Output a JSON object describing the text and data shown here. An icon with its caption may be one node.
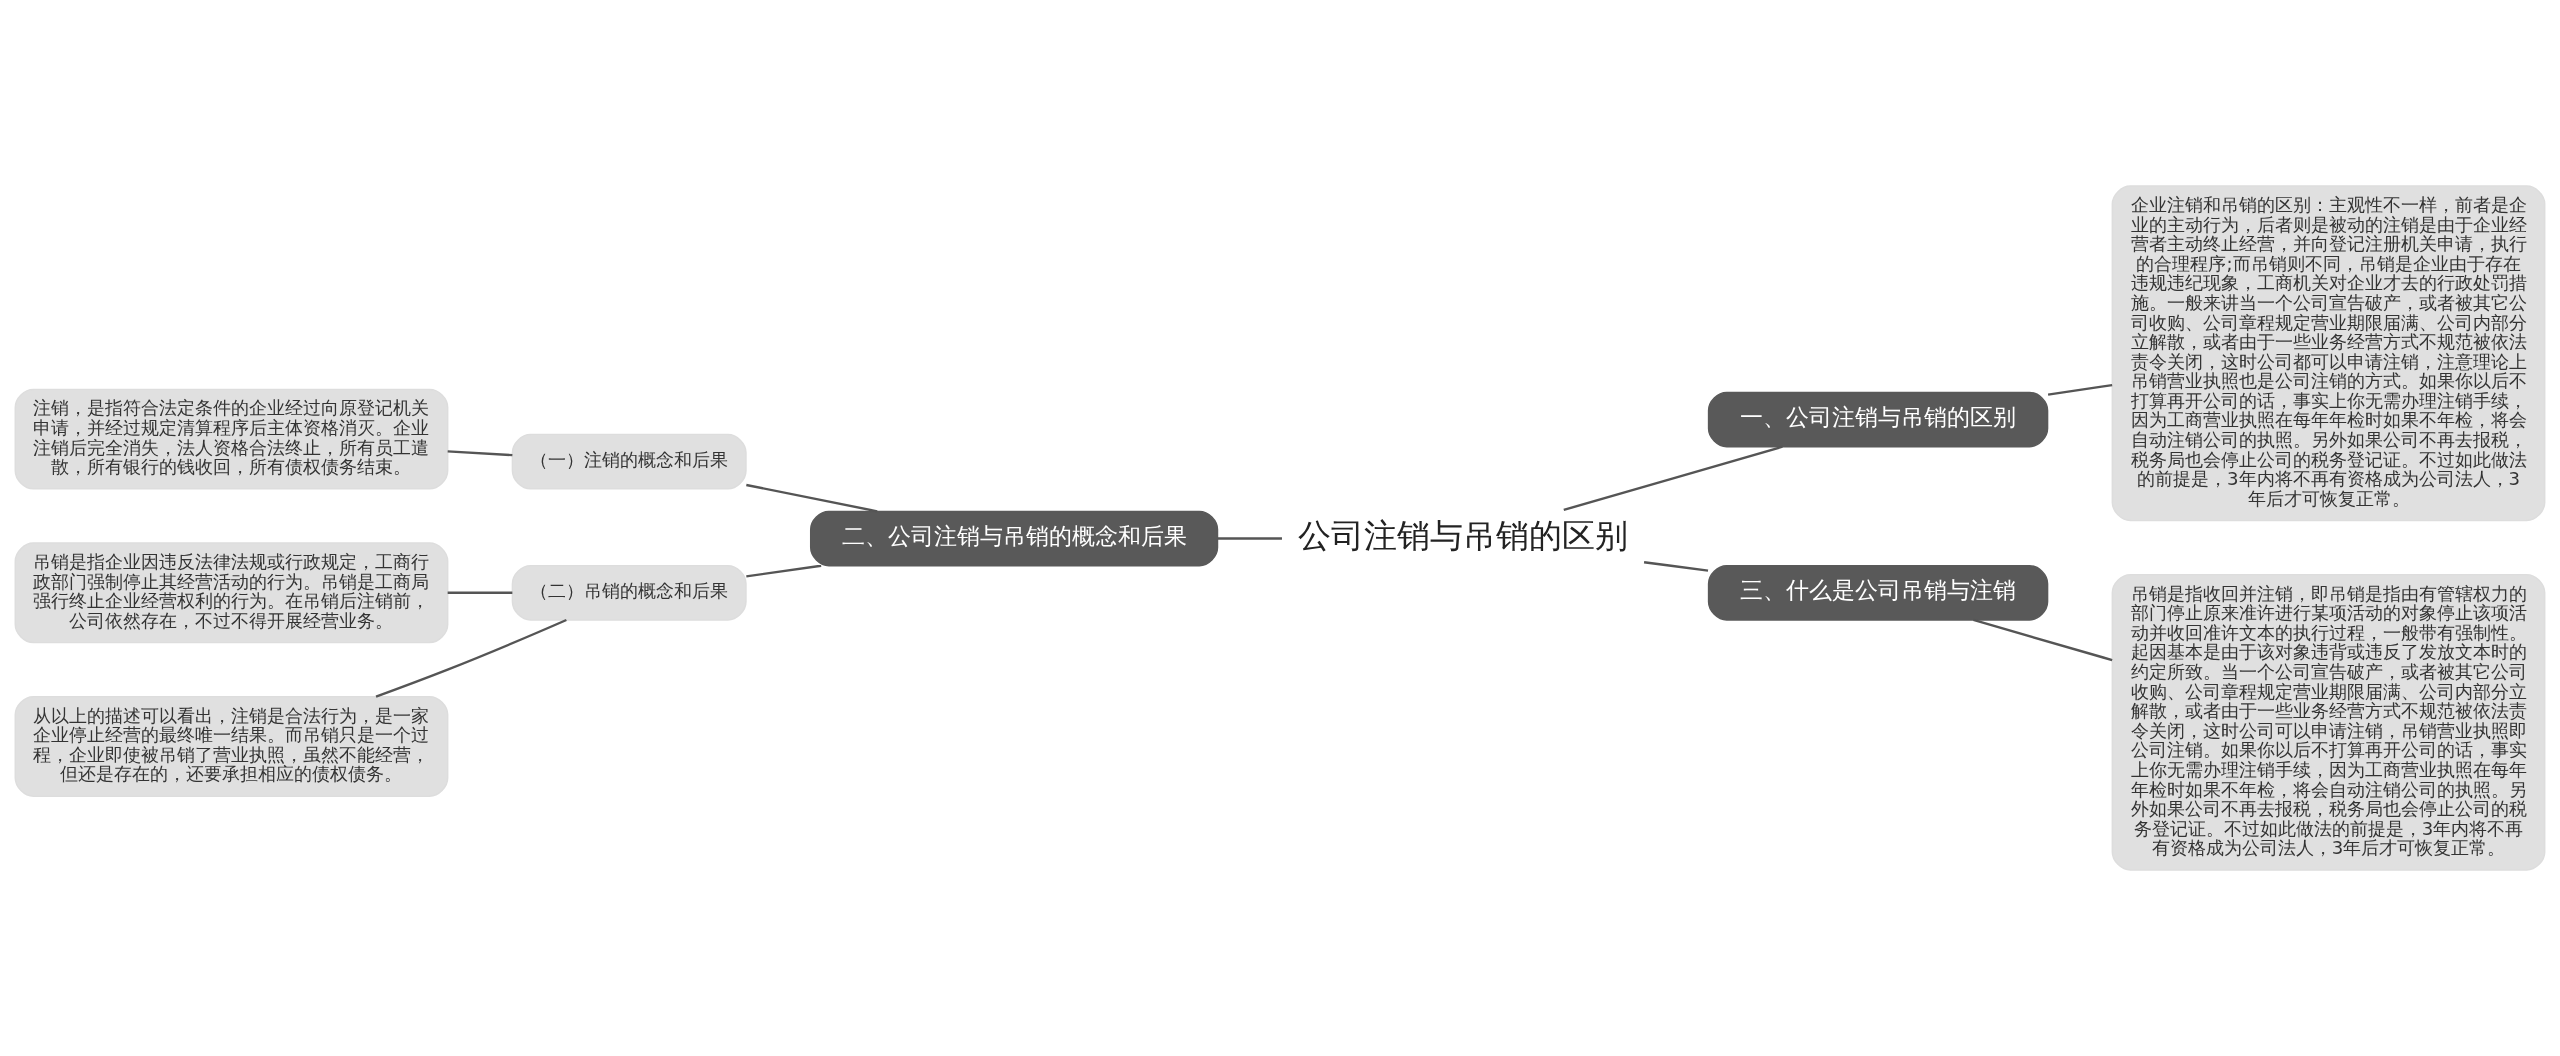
{
  "diagram": {
    "nodes": [
      {
        "text": [
          "公司注销与吊销的区别"
        ]
      },
      {
        "text": [
          "一、公司注销与吊销的区别"
        ]
      },
      {
        "text": [
          "企业注销和吊销的区别：主观性不一样，前者是企业的主动行为，后者则是被动的注销是由于企业经营者主动终止经营，并向登记注册机关申请，执行的合理程序;而吊销则不同，吊销是企业由于存在违规违纪现象，工商机关对企业才去的行政处罚措施。一般来讲当一个公司宣告破产，或者被其它公司收购、公司章程规定营业期限届满、公司内部分立解散，或者由于一些业务经营方式不规范被依法责令关闭，这时公司都可以申请注销，注意理论上吊销营业执照也是公司注销的方式。如果你以后不打算再开公司的话，事实上你无需办理注销手续，因为工商营业执照在每年年检时如果不年检，将会自动注销公司的执照。另外如果公司不再去报税，税务局也会停止公司的税务登记证。不过如此做法的前提是，3年内将不再有资格成为公司法人，3年后才可恢复正常。"
        ]
      },
      {
        "text": [
          "三、什么是公司吊销与注销"
        ]
      },
      {
        "text": [
          "吊销是指收回并注销，即吊销是指由有管辖权力的部门停止原来准许进行某项活动的对象停止该项活动并收回准许文本的执行过程，一般带有强制性。起因基本是由于该对象违背或违反了发放文本时的约定所致。当一个公司宣告破产，或者被其它公司收购、公司章程规定营业期限届满、公司内部分立解散，或者由于一些业务经营方式不规范被依法责令关闭，这时公司可以申请注销，吊销营业执照即公司注销。如果你以后不打算再开公司的话，事实上你无需办理注销手续，因为工商营业执照在每年年检时如果不年检，将会自动注销公司的执照。另外如果公司不再去报税，税务局也会停止公司的税务登记证。不过如此做法的前提是，3年内将不再有资格成为公司法人，3年后才可恢复正常。"
        ]
      },
      {
        "text": [
          "二、公司注销与吊销的概念和后果"
        ]
      },
      {
        "text": [
          "（一）注销的概念和后果"
        ]
      },
      {
        "text": [
          "注销，是指符合法定条件的企业经过向原登记机关申请，并经过规定清算程序后主体资格消灭。企业注销后完全消失，法人资格合法终止，所有员工遣散，所有银行的钱收回，所有债权债务结束。"
        ]
      },
      {
        "text": [
          "（二）吊销的概念和后果"
        ]
      },
      {
        "text": [
          "吊销是指企业因违反法律法规或行政规定，工商行政部门强制停止其经营活动的行为。吊销是工商局强行终止企业经营权利的行为。在吊销后注销前，公司依然存在，不过不得开展经营业务。"
        ]
      },
      {
        "text": [
          "从以上的描述可以看出，注销是合法行为，是一家企业停止经营的最终唯一结果。而吊销只是一个过程，企业即使被吊销了营业执照，虽然不能经营，但还是存在的，还要承担相应的债权债务。"
        ]
      }
    ],
    "edges": [
      {
        "from": 0,
        "to": 1,
        "arrow": "none"
      },
      {
        "from": 1,
        "to": 2,
        "arrow": "none"
      },
      {
        "from": 0,
        "to": 3,
        "arrow": "none"
      },
      {
        "from": 3,
        "to": 4,
        "arrow": "none"
      },
      {
        "from": 0,
        "to": 5,
        "arrow": "none"
      },
      {
        "from": 5,
        "to": 6,
        "arrow": "none"
      },
      {
        "from": 6,
        "to": 7,
        "arrow": "none"
      },
      {
        "from": 5,
        "to": 8,
        "arrow": "none"
      },
      {
        "from": 8,
        "to": 9,
        "arrow": "none"
      },
      {
        "from": 8,
        "to": 10,
        "arrow": "none"
      }
    ]
  }
}
